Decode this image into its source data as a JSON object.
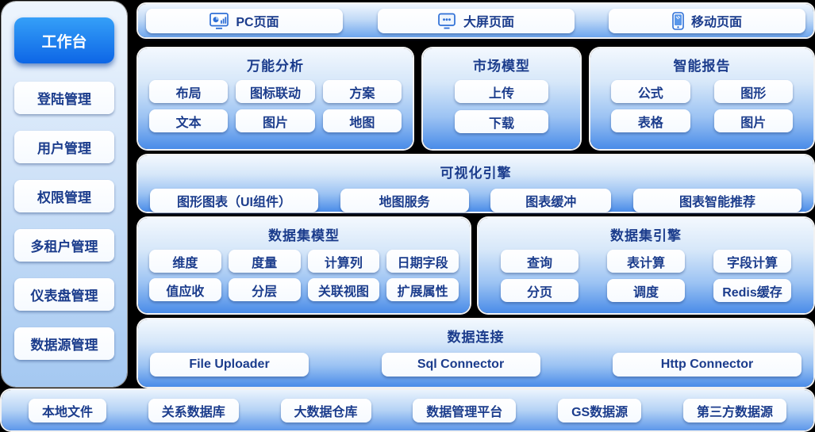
{
  "colors": {
    "accent_blue": "#0d66e6",
    "panel_blue": "#4a8ce8",
    "text_navy": "#1b3c8c",
    "button_white": "#ffffff"
  },
  "sidebar": {
    "items": [
      {
        "label": "工作台",
        "active": true
      },
      {
        "label": "登陆管理"
      },
      {
        "label": "用户管理"
      },
      {
        "label": "权限管理"
      },
      {
        "label": "多租户管理"
      },
      {
        "label": "仪表盘管理"
      },
      {
        "label": "数据源管理"
      }
    ]
  },
  "top_bar": {
    "items": [
      {
        "icon": "pc-page-icon",
        "label": "PC页面"
      },
      {
        "icon": "big-screen-icon",
        "label": "大屏页面"
      },
      {
        "icon": "mobile-page-icon",
        "label": "移动页面"
      }
    ]
  },
  "blocks": {
    "universal_analysis": {
      "title": "万能分析",
      "items": [
        "布局",
        "图标联动",
        "方案",
        "文本",
        "图片",
        "地图"
      ]
    },
    "market_model": {
      "title": "市场模型",
      "items": [
        "上传",
        "下载"
      ]
    },
    "smart_report": {
      "title": "智能报告",
      "items": [
        "公式",
        "图形",
        "表格",
        "图片"
      ]
    },
    "visual_engine": {
      "title": "可视化引擎",
      "items": [
        "图形图表（UI组件）",
        "地图服务",
        "图表缓冲",
        "图表智能推荐"
      ]
    },
    "dataset_model": {
      "title": "数据集模型",
      "items": [
        "维度",
        "度量",
        "计算列",
        "日期字段",
        "值应收",
        "分层",
        "关联视图",
        "扩展属性"
      ]
    },
    "dataset_engine": {
      "title": "数据集引擎",
      "items": [
        "查询",
        "表计算",
        "字段计算",
        "分页",
        "调度",
        "Redis缓存"
      ]
    },
    "data_connection": {
      "title": "数据连接",
      "items": [
        "File Uploader",
        "Sql Connector",
        "Http Connector"
      ]
    }
  },
  "bottom_bar": {
    "items": [
      "本地文件",
      "关系数据库",
      "大数据仓库",
      "数据管理平台",
      "GS数据源",
      "第三方数据源"
    ]
  }
}
